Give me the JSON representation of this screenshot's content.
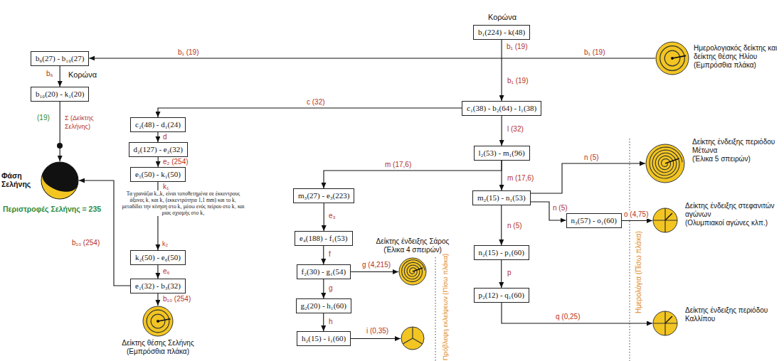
{
  "diagram": {
    "nodes": [
      {
        "text": [
          "b₁(224) - k(48)"
        ]
      },
      {
        "text": [
          "b₆(27) - b₁₀(27)"
        ]
      },
      {
        "text": [
          "b₁₀(20) - k₁(20)"
        ]
      },
      {
        "text": [
          "c₂(48) - d₁(24)"
        ]
      },
      {
        "text": [
          "d₂(127) - e₂(32)"
        ]
      },
      {
        "text": [
          "e₅(50) - k₁(50)"
        ]
      },
      {
        "text": [
          "k₂(50) - e₆(50)"
        ]
      },
      {
        "text": [
          "e₁(32) - b₃(32)"
        ]
      },
      {
        "text": [
          "c₁(38) - b₂(64) - l₁(38)"
        ]
      },
      {
        "text": [
          "l₂(53) - m₁(96)"
        ]
      },
      {
        "text": [
          "m₃(27) - e₃(223)"
        ]
      },
      {
        "text": [
          "m₂(15) - n₁(53)"
        ]
      },
      {
        "text": [
          "e₄(188) - f₁(53)"
        ]
      },
      {
        "text": [
          "f₂(30) - g₁(54)"
        ]
      },
      {
        "text": [
          "g₂(20) - h₁(60)"
        ]
      },
      {
        "text": [
          "h₂(15) - i₁(60)"
        ]
      },
      {
        "text": [
          "n₂(15) - p₁(60)"
        ]
      },
      {
        "text": [
          "n₃(57) - o₁(60)"
        ]
      },
      {
        "text": [
          "p₂(12) - q₁(60)"
        ]
      },
      {
        "text": [
          "Ημερολογιακός δείκτης και δείκτης θέσης Ηλίου",
          "(Εμπρόσθια πλάκα)"
        ]
      },
      {
        "text": [
          "Φάση Σελήνης"
        ]
      },
      {
        "text": [
          "Δείκτης θέσης Σελήνης",
          "(Εμπρόσθια πλάκα)"
        ]
      },
      {
        "text": [
          "Δείκτης ένδειξης περιόδου Μέτωνα",
          "(Έλικα 5 σπειρών)"
        ]
      },
      {
        "text": [
          "Δείκτης ένδειξης στεφανιτών αγώνων",
          "(Ολυμπιακοί αγώνες κλπ.)"
        ]
      },
      {
        "text": [
          "Δείκτης ένδειξης περιόδου Καλλίπου"
        ]
      },
      {
        "text": [
          "Δείκτης ένδειξης Σάρος",
          "(Έλικα 4 σπειρών)"
        ]
      }
    ],
    "edges": [
      {
        "from": 0,
        "to": 8,
        "label": "b₁ (19)",
        "arrow": "to"
      },
      {
        "from": 19,
        "to": 1,
        "label": "b₁ (19)",
        "arrow": "to"
      },
      {
        "from": 1,
        "to": 2,
        "label": "b₆",
        "arrow": "to"
      },
      {
        "from": 2,
        "to": 20,
        "label": "Σ (Δείκτης Σελήνης)",
        "arrow": "to"
      },
      {
        "from": 7,
        "to": 20,
        "label": "b₁₀ (254)",
        "arrow": "to"
      },
      {
        "from": 7,
        "to": 21,
        "label": "b₁₀ (254)",
        "arrow": "to"
      },
      {
        "from": 8,
        "to": 3,
        "label": "c (32)",
        "arrow": "to"
      },
      {
        "from": 3,
        "to": 4,
        "label": "d",
        "arrow": "to"
      },
      {
        "from": 4,
        "to": 5,
        "label": "e₂ (254)",
        "arrow": "to"
      },
      {
        "from": 5,
        "to": 6,
        "label": "k₁",
        "arrow": "to"
      },
      {
        "from": 6,
        "to": 7,
        "label": "e₆",
        "arrow": "to"
      },
      {
        "from": 8,
        "to": 9,
        "label": "l (32)",
        "arrow": "to"
      },
      {
        "from": 9,
        "to": 11,
        "label": "m (17,6)",
        "arrow": "to"
      },
      {
        "from": 9,
        "to": 10,
        "label": "m (17,6)",
        "arrow": "to"
      },
      {
        "from": 10,
        "to": 12,
        "label": "e₃",
        "arrow": "to"
      },
      {
        "from": 12,
        "to": 13,
        "label": "f",
        "arrow": "to"
      },
      {
        "from": 13,
        "to": 25,
        "label": "g (4,215)",
        "arrow": "to"
      },
      {
        "from": 13,
        "to": 14,
        "label": "g",
        "arrow": "to"
      },
      {
        "from": 14,
        "to": 15,
        "label": "h",
        "arrow": "to"
      },
      {
        "from": 11,
        "to": 22,
        "label": "n (5)",
        "arrow": "to"
      },
      {
        "from": 11,
        "to": 17,
        "label": "n (5)",
        "arrow": "to"
      },
      {
        "from": 11,
        "to": 16,
        "label": "n (5)",
        "arrow": "to"
      },
      {
        "from": 17,
        "to": 23,
        "label": "o (4,75)",
        "arrow": "to"
      },
      {
        "from": 16,
        "to": 18,
        "label": "p",
        "arrow": "to"
      },
      {
        "from": 18,
        "to": 24,
        "label": "q (0,25)",
        "arrow": "to"
      }
    ],
    "labels": [
      "Κορώνα",
      "b₁ (19)",
      "b₁ (19)",
      "Κορώνα",
      "(19)",
      "Περιστροφές Σελήνης = 235",
      "Τα γρανάζια k₁,k₂ είναι τοποθετημένα σε έκκεντρους άξονες k₁ και k₂ (εκκεντρότητα 1,1 mm) και το k₁ μεταδίδει την κίνηση στο k₂ μέσω ενός πείρου στο k₁ και μιας σχισμής στο k₂",
      "k₂",
      "i (0,35)",
      "Πρόβλεψη εκλείψεων (Πίσω πλάκα)",
      "Ημερολόγια (Πίσω πλάκα)"
    ]
  }
}
